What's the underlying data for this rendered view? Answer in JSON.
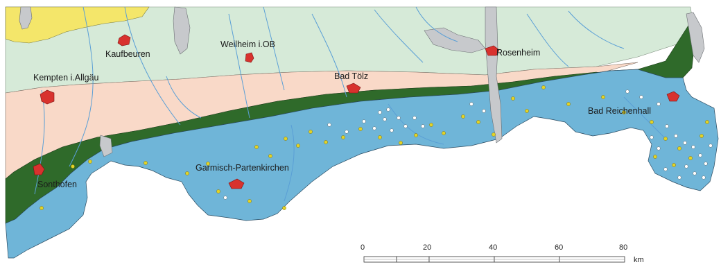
{
  "map": {
    "colors": {
      "foreland": "#d6ead8",
      "molasse": "#f9d9c8",
      "flysch": "#2f6a2a",
      "limestone_alps": "#6fb5d8",
      "north_yellow": "#f4e66a",
      "lakes": "#c7c9cc",
      "rivers": "#5a9fd6",
      "city": "#d8322e",
      "point_white": "#ffffff",
      "point_yellow": "#e3d327"
    },
    "cities": [
      {
        "name": "Kaufbeuren"
      },
      {
        "name": "Weilheim i.OB"
      },
      {
        "name": "Rosenheim"
      },
      {
        "name": "Kempten i.Allgäu"
      },
      {
        "name": "Bad Tölz"
      },
      {
        "name": "Bad Reichenhall"
      },
      {
        "name": "Garmisch-Partenkirchen"
      },
      {
        "name": "Sonthofen"
      }
    ],
    "scale": {
      "ticks": [
        "0",
        "20",
        "40",
        "60",
        "80"
      ],
      "unit": "km"
    }
  }
}
